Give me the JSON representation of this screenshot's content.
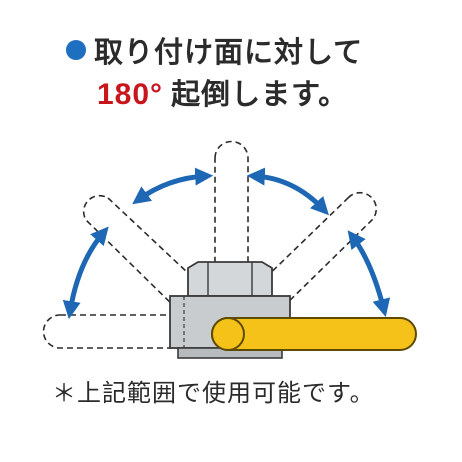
{
  "heading": {
    "line1": "取り付け面に対して",
    "angle": "180°",
    "line2_rest": "起倒します。"
  },
  "footer": {
    "note": "＊上記範囲で使用可能です。"
  },
  "colors": {
    "bullet": "#1f6fc0",
    "angle_text": "#c8161d",
    "arrow": "#1d67b4",
    "handle_fill": "#f5c219",
    "handle_stroke": "#8a6d00",
    "nut_fill": "#cfd2d4",
    "nut_stroke": "#3a3a3a"
  },
  "icons": {
    "bullet": "circle-bullet-icon",
    "arrows": "double-headed-arc-arrow-icon",
    "handle": "folding-lever-icon",
    "nut": "hex-nut-icon"
  }
}
